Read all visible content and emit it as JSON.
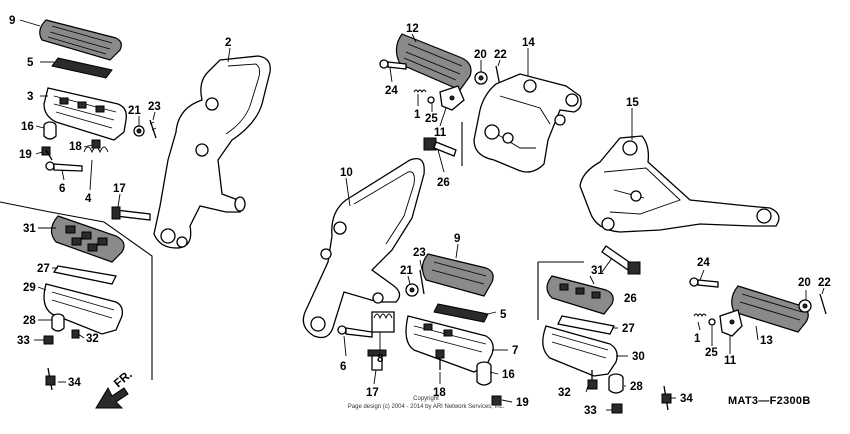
{
  "diagram": {
    "code": "MAT3—F2300B",
    "copyright": [
      "Copyright",
      "Page design (c) 2004 - 2014 by ARI Network Services, Inc."
    ],
    "front_marker": "FR."
  },
  "callouts": [
    {
      "id": "c9a",
      "label": "9"
    },
    {
      "id": "c5a",
      "label": "5"
    },
    {
      "id": "c3",
      "label": "3"
    },
    {
      "id": "c16a",
      "label": "16"
    },
    {
      "id": "c19a",
      "label": "19"
    },
    {
      "id": "c21a",
      "label": "21"
    },
    {
      "id": "c23a",
      "label": "23"
    },
    {
      "id": "c18a",
      "label": "18"
    },
    {
      "id": "c6a",
      "label": "6"
    },
    {
      "id": "c4",
      "label": "4"
    },
    {
      "id": "c17a",
      "label": "17"
    },
    {
      "id": "c2",
      "label": "2"
    },
    {
      "id": "c31a",
      "label": "31"
    },
    {
      "id": "c27a",
      "label": "27"
    },
    {
      "id": "c29",
      "label": "29"
    },
    {
      "id": "c28a",
      "label": "28"
    },
    {
      "id": "c33a",
      "label": "33"
    },
    {
      "id": "c32a",
      "label": "32"
    },
    {
      "id": "c34a",
      "label": "34"
    },
    {
      "id": "c12",
      "label": "12"
    },
    {
      "id": "c20a",
      "label": "20"
    },
    {
      "id": "c22a",
      "label": "22"
    },
    {
      "id": "c14",
      "label": "14"
    },
    {
      "id": "c24a",
      "label": "24"
    },
    {
      "id": "c1a",
      "label": "1"
    },
    {
      "id": "c25a",
      "label": "25"
    },
    {
      "id": "c11a",
      "label": "11"
    },
    {
      "id": "c26a",
      "label": "26"
    },
    {
      "id": "c10",
      "label": "10"
    },
    {
      "id": "c9b",
      "label": "9"
    },
    {
      "id": "c23b",
      "label": "23"
    },
    {
      "id": "c21b",
      "label": "21"
    },
    {
      "id": "c5b",
      "label": "5"
    },
    {
      "id": "c8",
      "label": "8"
    },
    {
      "id": "c7",
      "label": "7"
    },
    {
      "id": "c6b",
      "label": "6"
    },
    {
      "id": "c17b",
      "label": "17"
    },
    {
      "id": "c18b",
      "label": "18"
    },
    {
      "id": "c16b",
      "label": "16"
    },
    {
      "id": "c19b",
      "label": "19"
    },
    {
      "id": "c15",
      "label": "15"
    },
    {
      "id": "c31b",
      "label": "31"
    },
    {
      "id": "c27b",
      "label": "27"
    },
    {
      "id": "c26b",
      "label": "26"
    },
    {
      "id": "c30",
      "label": "30"
    },
    {
      "id": "c32b",
      "label": "32"
    },
    {
      "id": "c28b",
      "label": "28"
    },
    {
      "id": "c33b",
      "label": "33"
    },
    {
      "id": "c24b",
      "label": "24"
    },
    {
      "id": "c20b",
      "label": "20"
    },
    {
      "id": "c22b",
      "label": "22"
    },
    {
      "id": "c1b",
      "label": "1"
    },
    {
      "id": "c25b",
      "label": "25"
    },
    {
      "id": "c11b",
      "label": "11"
    },
    {
      "id": "c13",
      "label": "13"
    },
    {
      "id": "c34b",
      "label": "34"
    }
  ]
}
